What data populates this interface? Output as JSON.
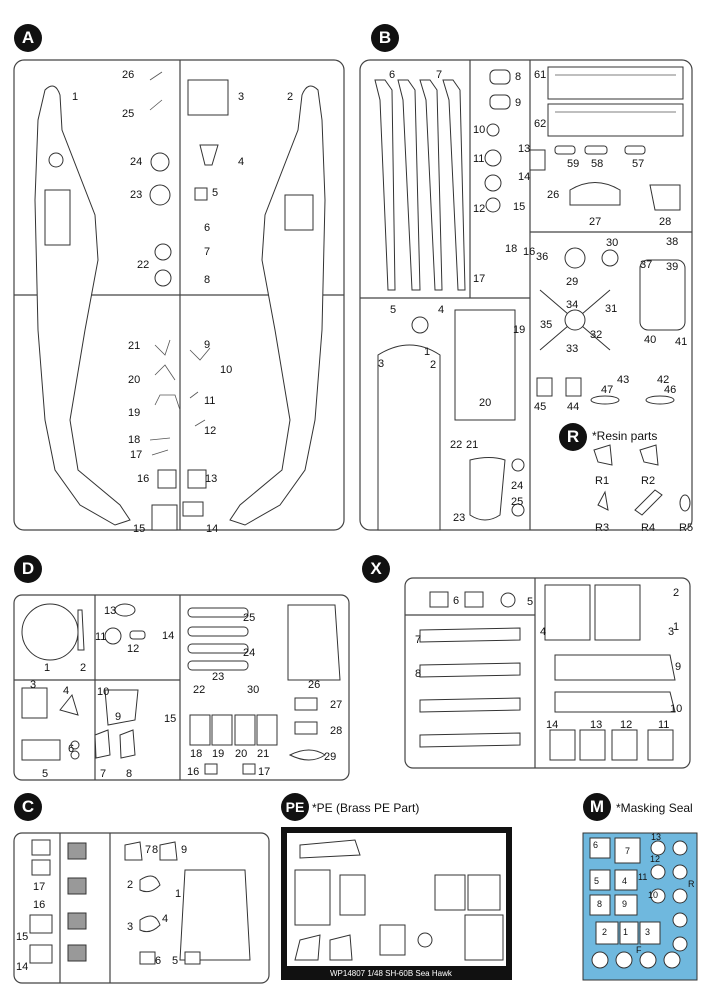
{
  "sheets": {
    "A": {
      "badge": "A"
    },
    "B": {
      "badge": "B"
    },
    "R": {
      "badge": "R",
      "note": "*Resin parts",
      "parts": [
        "R1",
        "R2",
        "R3",
        "R4",
        "R5"
      ]
    },
    "D": {
      "badge": "D"
    },
    "X": {
      "badge": "X"
    },
    "C": {
      "badge": "C"
    },
    "PE": {
      "badge": "PE",
      "note": "*PE (Brass PE Part)",
      "plate_text": "WP14807 1/48 SH-60B Sea Hawk"
    },
    "M": {
      "badge": "M",
      "note": "*Masking Seal",
      "color": "#6fb8de"
    }
  },
  "labels": {
    "A": [
      "1",
      "2",
      "3",
      "4",
      "5",
      "6",
      "7",
      "8",
      "9",
      "10",
      "11",
      "12",
      "13",
      "14",
      "15",
      "16",
      "17",
      "18",
      "19",
      "20",
      "21",
      "22",
      "23",
      "24",
      "25",
      "26"
    ],
    "B": [
      "1",
      "2",
      "3",
      "4",
      "5",
      "6",
      "7",
      "8",
      "9",
      "10",
      "11",
      "12",
      "13",
      "14",
      "15",
      "16",
      "17",
      "18",
      "19",
      "20",
      "21",
      "22",
      "23",
      "24",
      "25",
      "26",
      "27",
      "28",
      "29",
      "30",
      "31",
      "32",
      "33",
      "34",
      "35",
      "36",
      "37",
      "38",
      "39",
      "40",
      "41",
      "42",
      "43",
      "44",
      "45",
      "46",
      "47",
      "57",
      "58",
      "59",
      "61",
      "62"
    ],
    "D": [
      "1",
      "2",
      "3",
      "4",
      "5",
      "6",
      "7",
      "8",
      "9",
      "10",
      "11",
      "12",
      "13",
      "14",
      "15",
      "16",
      "17",
      "18",
      "19",
      "20",
      "21",
      "22",
      "23",
      "24",
      "25",
      "26",
      "27",
      "28",
      "29",
      "30"
    ],
    "X": [
      "1",
      "2",
      "3",
      "4",
      "5",
      "6",
      "7",
      "8",
      "9",
      "10",
      "11",
      "12",
      "13",
      "14"
    ],
    "C": [
      "1",
      "2",
      "3",
      "4",
      "5",
      "6",
      "7",
      "8",
      "9",
      "14",
      "15",
      "16",
      "17"
    ],
    "M": [
      "1",
      "2",
      "3",
      "4",
      "5",
      "6",
      "7",
      "8",
      "9",
      "10",
      "11",
      "12",
      "13",
      "R",
      "F"
    ]
  }
}
